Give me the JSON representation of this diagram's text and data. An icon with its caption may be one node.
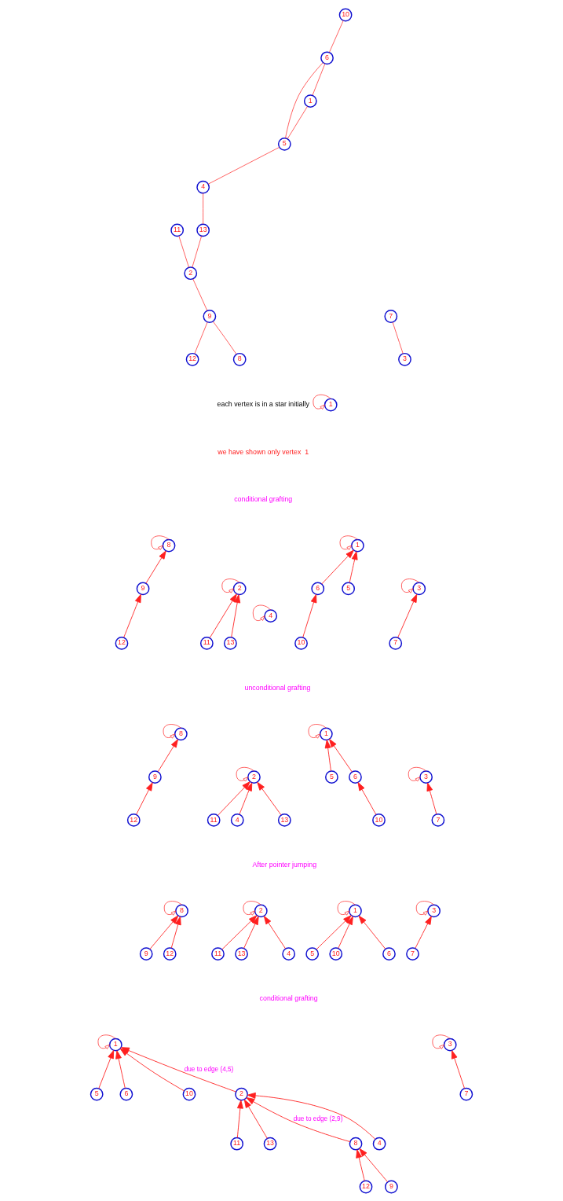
{
  "diagram": {
    "nodes": [
      {
        "text": [
          "8"
        ]
      },
      {
        "text": [
          "12"
        ]
      },
      {
        "text": [
          "9"
        ]
      },
      {
        "text": [
          "2"
        ]
      },
      {
        "text": [
          "11"
        ]
      },
      {
        "text": [
          "13"
        ]
      },
      {
        "text": [
          "4"
        ]
      },
      {
        "text": [
          "5"
        ]
      },
      {
        "text": [
          "1"
        ]
      },
      {
        "text": [
          "6"
        ]
      },
      {
        "text": [
          "10"
        ]
      },
      {
        "text": [
          "3"
        ]
      },
      {
        "text": [
          "7"
        ]
      },
      {
        "text": [
          "1"
        ]
      },
      {
        "text": [
          "8"
        ]
      },
      {
        "text": [
          "9"
        ]
      },
      {
        "text": [
          "12"
        ]
      },
      {
        "text": [
          "2"
        ]
      },
      {
        "text": [
          "11"
        ]
      },
      {
        "text": [
          "13"
        ]
      },
      {
        "text": [
          "4"
        ]
      },
      {
        "text": [
          "1"
        ]
      },
      {
        "text": [
          "5"
        ]
      },
      {
        "text": [
          "6"
        ]
      },
      {
        "text": [
          "10"
        ]
      },
      {
        "text": [
          "3"
        ]
      },
      {
        "text": [
          "7"
        ]
      },
      {
        "text": [
          "8"
        ]
      },
      {
        "text": [
          "9"
        ]
      },
      {
        "text": [
          "12"
        ]
      },
      {
        "text": [
          "2"
        ]
      },
      {
        "text": [
          "11"
        ]
      },
      {
        "text": [
          "13"
        ]
      },
      {
        "text": [
          "4"
        ]
      },
      {
        "text": [
          "1"
        ]
      },
      {
        "text": [
          "5"
        ]
      },
      {
        "text": [
          "6"
        ]
      },
      {
        "text": [
          "10"
        ]
      },
      {
        "text": [
          "3"
        ]
      },
      {
        "text": [
          "7"
        ]
      },
      {
        "text": [
          "8"
        ]
      },
      {
        "text": [
          "12"
        ]
      },
      {
        "text": [
          "9"
        ]
      },
      {
        "text": [
          "2"
        ]
      },
      {
        "text": [
          "11"
        ]
      },
      {
        "text": [
          "13"
        ]
      },
      {
        "text": [
          "4"
        ]
      },
      {
        "text": [
          "1"
        ]
      },
      {
        "text": [
          "5"
        ]
      },
      {
        "text": [
          "10"
        ]
      },
      {
        "text": [
          "6"
        ]
      },
      {
        "text": [
          "3"
        ]
      },
      {
        "text": [
          "7"
        ]
      },
      {
        "text": [
          "1"
        ]
      },
      {
        "text": [
          "5"
        ]
      },
      {
        "text": [
          "10"
        ]
      },
      {
        "text": [
          "6"
        ]
      },
      {
        "text": [
          "2"
        ]
      },
      {
        "text": [
          "11"
        ]
      },
      {
        "text": [
          "13"
        ]
      },
      {
        "text": [
          "4"
        ]
      },
      {
        "text": [
          "8"
        ]
      },
      {
        "text": [
          "12"
        ]
      },
      {
        "text": [
          "9"
        ]
      },
      {
        "text": [
          "3"
        ]
      },
      {
        "text": [
          "7"
        ]
      }
    ],
    "edges": [
      {
        "from": 0,
        "to": 2,
        "arrow": "none"
      },
      {
        "from": 1,
        "to": 2,
        "arrow": "none"
      },
      {
        "from": 2,
        "to": 3,
        "arrow": "none"
      },
      {
        "from": 3,
        "to": 4,
        "arrow": "none"
      },
      {
        "from": 3,
        "to": 5,
        "arrow": "none"
      },
      {
        "from": 5,
        "to": 6,
        "arrow": "none"
      },
      {
        "from": 6,
        "to": 7,
        "arrow": "none"
      },
      {
        "from": 7,
        "to": 8,
        "arrow": "none"
      },
      {
        "from": 7,
        "to": 9,
        "arrow": "none"
      },
      {
        "from": 8,
        "to": 9,
        "arrow": "none"
      },
      {
        "from": 9,
        "to": 10,
        "arrow": "none"
      },
      {
        "from": 11,
        "to": 12,
        "arrow": "none"
      },
      {
        "from": 13,
        "to": 13,
        "arrow": "to"
      },
      {
        "from": 14,
        "to": 14,
        "arrow": "to"
      },
      {
        "from": 15,
        "to": 14,
        "arrow": "to"
      },
      {
        "from": 16,
        "to": 15,
        "arrow": "to"
      },
      {
        "from": 17,
        "to": 17,
        "arrow": "to"
      },
      {
        "from": 18,
        "to": 17,
        "arrow": "to"
      },
      {
        "from": 19,
        "to": 17,
        "arrow": "to"
      },
      {
        "from": 20,
        "to": 20,
        "arrow": "to"
      },
      {
        "from": 21,
        "to": 21,
        "arrow": "to"
      },
      {
        "from": 22,
        "to": 21,
        "arrow": "to"
      },
      {
        "from": 23,
        "to": 21,
        "arrow": "to"
      },
      {
        "from": 24,
        "to": 23,
        "arrow": "to"
      },
      {
        "from": 25,
        "to": 25,
        "arrow": "to"
      },
      {
        "from": 26,
        "to": 25,
        "arrow": "to"
      },
      {
        "from": 27,
        "to": 27,
        "arrow": "to"
      },
      {
        "from": 28,
        "to": 27,
        "arrow": "to"
      },
      {
        "from": 29,
        "to": 28,
        "arrow": "to"
      },
      {
        "from": 30,
        "to": 30,
        "arrow": "to"
      },
      {
        "from": 31,
        "to": 30,
        "arrow": "to"
      },
      {
        "from": 32,
        "to": 30,
        "arrow": "to"
      },
      {
        "from": 33,
        "to": 30,
        "arrow": "to"
      },
      {
        "from": 34,
        "to": 34,
        "arrow": "to"
      },
      {
        "from": 35,
        "to": 34,
        "arrow": "to"
      },
      {
        "from": 36,
        "to": 34,
        "arrow": "to"
      },
      {
        "from": 37,
        "to": 36,
        "arrow": "to"
      },
      {
        "from": 38,
        "to": 38,
        "arrow": "to"
      },
      {
        "from": 39,
        "to": 38,
        "arrow": "to"
      },
      {
        "from": 40,
        "to": 40,
        "arrow": "to"
      },
      {
        "from": 41,
        "to": 40,
        "arrow": "to"
      },
      {
        "from": 42,
        "to": 40,
        "arrow": "to"
      },
      {
        "from": 43,
        "to": 43,
        "arrow": "to"
      },
      {
        "from": 44,
        "to": 43,
        "arrow": "to"
      },
      {
        "from": 45,
        "to": 43,
        "arrow": "to"
      },
      {
        "from": 46,
        "to": 43,
        "arrow": "to"
      },
      {
        "from": 47,
        "to": 47,
        "arrow": "to"
      },
      {
        "from": 48,
        "to": 47,
        "arrow": "to"
      },
      {
        "from": 49,
        "to": 47,
        "arrow": "to"
      },
      {
        "from": 50,
        "to": 47,
        "arrow": "to"
      },
      {
        "from": 51,
        "to": 51,
        "arrow": "to"
      },
      {
        "from": 52,
        "to": 51,
        "arrow": "to"
      },
      {
        "from": 53,
        "to": 53,
        "arrow": "to"
      },
      {
        "from": 54,
        "to": 53,
        "arrow": "to"
      },
      {
        "from": 55,
        "to": 53,
        "arrow": "to"
      },
      {
        "from": 56,
        "to": 53,
        "arrow": "to"
      },
      {
        "from": 57,
        "to": 53,
        "arrow": "to",
        "label": "due to edge (4,5)"
      },
      {
        "from": 58,
        "to": 57,
        "arrow": "to"
      },
      {
        "from": 59,
        "to": 57,
        "arrow": "to"
      },
      {
        "from": 60,
        "to": 57,
        "arrow": "to"
      },
      {
        "from": 61,
        "to": 57,
        "arrow": "to",
        "label": "due to edge (2,9)"
      },
      {
        "from": 62,
        "to": 61,
        "arrow": "to"
      },
      {
        "from": 63,
        "to": 61,
        "arrow": "to"
      },
      {
        "from": 64,
        "to": 64,
        "arrow": "to"
      },
      {
        "from": 65,
        "to": 64,
        "arrow": "to"
      }
    ],
    "labels": [
      "each vertex is in a star initially",
      "we have shown only vertex  1",
      "conditional grafting",
      "unconditional grafting",
      "After pointer jumping",
      "conditional grafting"
    ]
  }
}
